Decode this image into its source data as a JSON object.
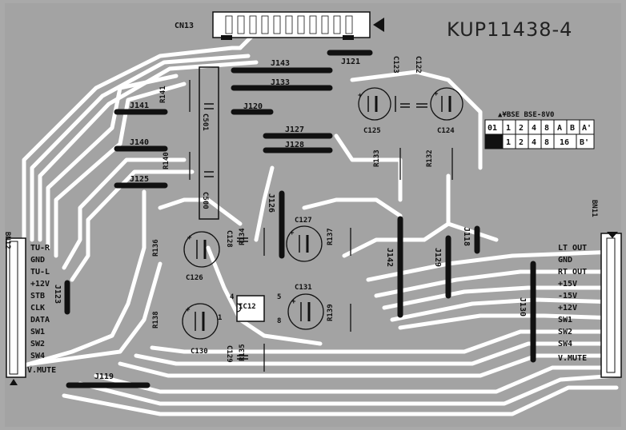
{
  "board_id": "KUP11438-4",
  "connectors": {
    "cn13": "CN13",
    "bn12": "BN12",
    "bn11": "BN11"
  },
  "bn12_pins": [
    "TU-R",
    "GND",
    "TU-L",
    "+12V",
    "STB",
    "CLK",
    "DATA",
    "SW1",
    "SW2",
    "SW4",
    "V.MUTE"
  ],
  "bn11_pins": [
    "LT OUT",
    "GND",
    "RT OUT",
    "+15V",
    "-15V",
    "+12V",
    "SW1",
    "SW2",
    "SW4",
    "V.MUTE"
  ],
  "jumpers": [
    "J143",
    "J133",
    "J120",
    "J121",
    "J141",
    "J140",
    "J125",
    "J127",
    "J128",
    "J126",
    "J118",
    "J129",
    "J142",
    "J123",
    "J119",
    "J130"
  ],
  "resistors": [
    "R141",
    "R140",
    "R133",
    "R132",
    "R134",
    "R137",
    "R136",
    "R138",
    "R139",
    "R135"
  ],
  "capacitors": [
    "C123",
    "C122",
    "C125",
    "C124",
    "C501",
    "C500",
    "C127",
    "C128",
    "C126",
    "C131",
    "C130",
    "C129"
  ],
  "ic": {
    "name": "IC12",
    "pin4": "4",
    "pin5": "5",
    "pin1": "1",
    "pin8": "8"
  },
  "bse_table": {
    "header": "▲¥BSE BSE-8V0",
    "row1": [
      "01",
      "1",
      "2",
      "4",
      "8",
      "A",
      "B",
      "A'"
    ],
    "row2": [
      "",
      "1",
      "2",
      "4",
      "8",
      "16",
      "B'"
    ]
  }
}
